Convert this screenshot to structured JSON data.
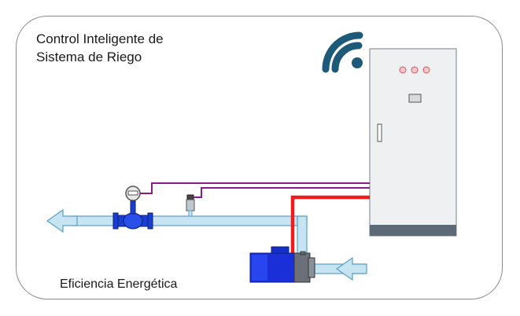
{
  "diagram": {
    "title_line1": "Control Inteligente de",
    "title_line2": "Sistema de Riego",
    "footer_label": "Eficiencia Energética",
    "icons": [
      "wifi-icon",
      "control-panel",
      "pressure-gauge-icon",
      "pressure-sensor-icon",
      "flow-meter-icon",
      "pump-motor-icon",
      "flow-out-arrow-icon",
      "flow-in-arrow-icon"
    ],
    "colors": {
      "pipe_fill": "#c6e4f2",
      "pipe_stroke": "#5b9fc5",
      "signal_line": "#8b1a8f",
      "power_line": "#ee1c1c",
      "panel_body": "#eef0f2",
      "panel_base": "#5c6976",
      "wifi": "#1d5a7a",
      "motor_blue": "#1a2fd8",
      "indicator_lights": "#e4848a"
    }
  }
}
